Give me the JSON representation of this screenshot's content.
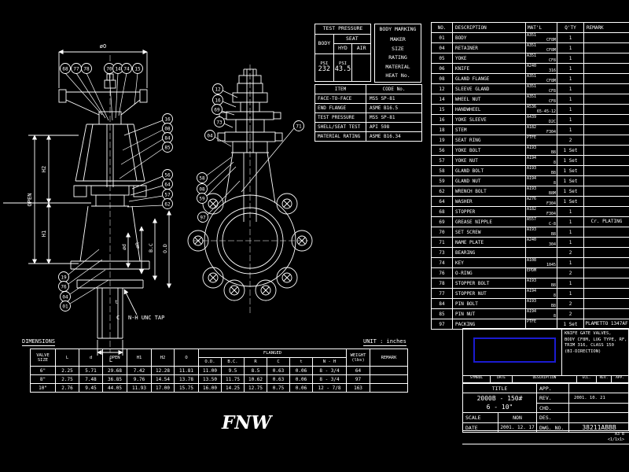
{
  "colors": {
    "background": "#000000",
    "lines": "#ffffff",
    "logo_box_border": "#1b1bd0"
  },
  "test_pressure": {
    "title": "TEST PRESSURE",
    "body_label": "BODY",
    "seat_label": "SEAT",
    "hyd_label": "HYD",
    "air_label": "AIR",
    "body_unit": "PSI",
    "body_value": "232",
    "seat_unit": "PSI",
    "seat_value": "43.5"
  },
  "body_marking": {
    "title": "BODY MARKING",
    "lines": [
      "MAKER",
      "SIZE",
      "RATING",
      "MATERIAL",
      "HEAT No."
    ]
  },
  "codes": {
    "item_header": "ITEM",
    "code_header": "CODE No.",
    "rows": [
      {
        "item": "FACE-TO-FACE",
        "code": "MSS SP-81"
      },
      {
        "item": "END FLANGE",
        "code": "ASME B16.5"
      },
      {
        "item": "TEST PRESSURE",
        "code": "MSS SP-81"
      },
      {
        "item": "SHELL/SEAT TEST",
        "code": "API 598"
      },
      {
        "item": "MATERIAL RATING",
        "code": "ASME B16.34"
      }
    ]
  },
  "parts": {
    "headers": {
      "no": "NO.",
      "desc": "DESCRIPTION",
      "matl": "MAT'L",
      "qty": "Q'TY",
      "remark": "REMARK"
    },
    "rows": [
      {
        "no": "01",
        "desc": "BODY",
        "spec": "A351",
        "grade": "CF8M",
        "qty": "1",
        "remark": ""
      },
      {
        "no": "04",
        "desc": "RETAINER",
        "spec": "A351",
        "grade": "CF8M",
        "qty": "1",
        "remark": ""
      },
      {
        "no": "05",
        "desc": "YOKE",
        "spec": "A351",
        "grade": "CF8",
        "qty": "1",
        "remark": ""
      },
      {
        "no": "06",
        "desc": "KNIFE",
        "spec": "A240",
        "grade": "316",
        "qty": "1",
        "remark": ""
      },
      {
        "no": "08",
        "desc": "GLAND FLANGE",
        "spec": "A351",
        "grade": "CF8M",
        "qty": "1",
        "remark": ""
      },
      {
        "no": "12",
        "desc": "SLEEVE GLAND",
        "spec": "A351",
        "grade": "CF8",
        "qty": "1",
        "remark": ""
      },
      {
        "no": "14",
        "desc": "WHEEL NUT",
        "spec": "A351",
        "grade": "CF8",
        "qty": "1",
        "remark": ""
      },
      {
        "no": "15",
        "desc": "HANDWHEEL",
        "spec": "A536",
        "grade": "65-45-12",
        "qty": "1",
        "remark": ""
      },
      {
        "no": "16",
        "desc": "YOKE SLEEVE",
        "spec": "A439",
        "grade": "D2C",
        "qty": "1",
        "remark": ""
      },
      {
        "no": "18",
        "desc": "STEM",
        "spec": "A182",
        "grade": "F304",
        "qty": "1",
        "remark": ""
      },
      {
        "no": "19",
        "desc": "SEAT RING",
        "spec": "PTFE",
        "grade": "",
        "qty": "2",
        "remark": ""
      },
      {
        "no": "56",
        "desc": "YOKE BOLT",
        "spec": "A193",
        "grade": "B8",
        "qty": "1 Set",
        "remark": ""
      },
      {
        "no": "57",
        "desc": "YOKE NUT",
        "spec": "A194",
        "grade": "8",
        "qty": "1 Set",
        "remark": ""
      },
      {
        "no": "58",
        "desc": "GLAND BOLT",
        "spec": "A193",
        "grade": "B8",
        "qty": "1 Set",
        "remark": ""
      },
      {
        "no": "59",
        "desc": "GLAND NUT",
        "spec": "A194",
        "grade": "8",
        "qty": "1 Set",
        "remark": ""
      },
      {
        "no": "62",
        "desc": "WRENCH BOLT",
        "spec": "A193",
        "grade": "B8M",
        "qty": "1 Set",
        "remark": ""
      },
      {
        "no": "64",
        "desc": "WASHER",
        "spec": "A276",
        "grade": "F304",
        "qty": "1 Set",
        "remark": ""
      },
      {
        "no": "68",
        "desc": "STOPPER",
        "spec": "A182",
        "grade": "F304",
        "qty": "1",
        "remark": ""
      },
      {
        "no": "69",
        "desc": "GREASE NIPPLE",
        "spec": "A557",
        "grade": "C-8",
        "qty": "1",
        "remark": "Cr. PLATING"
      },
      {
        "no": "70",
        "desc": "SET SCREW",
        "spec": "A193",
        "grade": "B8",
        "qty": "1",
        "remark": ""
      },
      {
        "no": "71",
        "desc": "NAME PLATE",
        "spec": "A240",
        "grade": "304",
        "qty": "1",
        "remark": ""
      },
      {
        "no": "73",
        "desc": "BEARING",
        "spec": "",
        "grade": "",
        "qty": "2",
        "remark": ""
      },
      {
        "no": "74",
        "desc": "KEY",
        "spec": "A108",
        "grade": "1045",
        "qty": "1",
        "remark": ""
      },
      {
        "no": "76",
        "desc": "O-RING",
        "spec": "EPDM",
        "grade": "",
        "qty": "2",
        "remark": ""
      },
      {
        "no": "78",
        "desc": "STOPPER BOLT",
        "spec": "A193",
        "grade": "B8",
        "qty": "1",
        "remark": ""
      },
      {
        "no": "77",
        "desc": "STOPPER NUT",
        "spec": "A194",
        "grade": "8",
        "qty": "1",
        "remark": ""
      },
      {
        "no": "84",
        "desc": "PIN BOLT",
        "spec": "A193",
        "grade": "B8",
        "qty": "2",
        "remark": ""
      },
      {
        "no": "85",
        "desc": "PIN NUT",
        "spec": "A194",
        "grade": "8",
        "qty": "2",
        "remark": ""
      },
      {
        "no": "97",
        "desc": "PACKING",
        "spec": "PTFE",
        "grade": "",
        "qty": "1 Set",
        "remark": "PLAMETTO 1347AF"
      }
    ]
  },
  "dimensions": {
    "label": "DIMENSIONS",
    "unit_note": "UNIT : inches",
    "headers": {
      "size1": "VALVE",
      "size2": "SIZE",
      "l": "L",
      "d": "d",
      "open": "OPEN",
      "h1": "H1",
      "h2": "H2",
      "o": "O",
      "flanged": "FLANGED",
      "od": "O.D.",
      "bc": "B.C.",
      "r": "R",
      "c": "C",
      "t": "t",
      "nh": "N - H",
      "weight1": "WEIGHT",
      "weight2": "(lbs)",
      "remark": "REMARK"
    },
    "rows": [
      {
        "size": "6\"",
        "l": "2.25",
        "d": "5.71",
        "open": "29.68",
        "h1": "7.42",
        "h2": "12.28",
        "o": "11.81",
        "od": "11.00",
        "bc": "9.5",
        "r": "8.5",
        "c": "0.63",
        "t": "0.06",
        "nh": "8 - 3/4",
        "weight": "64",
        "remark": ""
      },
      {
        "size": "8\"",
        "l": "2.75",
        "d": "7.48",
        "open": "36.85",
        "h1": "9.76",
        "h2": "14.54",
        "o": "13.78",
        "od": "13.50",
        "bc": "11.75",
        "r": "10.62",
        "c": "0.63",
        "t": "0.06",
        "nh": "8 - 3/4",
        "weight": "97",
        "remark": ""
      },
      {
        "size": "10\"",
        "l": "2.76",
        "d": "9.45",
        "open": "44.05",
        "h1": "11.93",
        "h2": "17.00",
        "o": "15.75",
        "od": "16.00",
        "bc": "14.25",
        "r": "12.75",
        "c": "0.75",
        "t": "0.06",
        "nh": "12 - 7/8",
        "weight": "163",
        "remark": ""
      }
    ]
  },
  "title_block": {
    "description_lines": [
      "KNIFE GATE VALVES,",
      "BODY CF8M, LUG TYPE, RF,",
      "TRIM 316, CLASS 150",
      "(BI-DIRECTION)"
    ],
    "rev_header": {
      "symbol": "SYMBOL",
      "date": "DATE",
      "description": "DESCRIPTION",
      "ecl": "ECL.",
      "rev": "REV.",
      "app": "APP."
    },
    "title_label": "TITLE",
    "title_line1": "2000B - 150#",
    "title_line2": "6 - 10\"",
    "app_label": "APP.",
    "rev_label": "REV.",
    "rev_date": "2001. 10. 21",
    "chd_label": "CHD.",
    "des_label": "DES.",
    "scale_label": "SCALE",
    "scale_value": "NON",
    "date_label": "DATE",
    "date_value": "2001. 12. 17",
    "dwg_label": "DWG. NO.",
    "dwg_no": "38211ABBB",
    "sheet_size_note": "A3 B",
    "sheet_scale_note": "<1/1x1>"
  },
  "logo_text": "FNW",
  "front_view": {
    "labels": {
      "dia_o": "øO",
      "open": "OPEN",
      "h1": "H1",
      "h2": "H2",
      "dia_d": "ød",
      "dia_r": "øR",
      "bc": "B.C",
      "od": "O.D",
      "t": "t",
      "c": "C",
      "l": "L",
      "tap_note": "N-H UNC TAP"
    },
    "callouts": [
      "68",
      "77",
      "78",
      "70",
      "14",
      "74",
      "15",
      "16",
      "08",
      "84",
      "85",
      "56",
      "64",
      "57",
      "62",
      "19",
      "76",
      "04",
      "01"
    ]
  },
  "section_view": {
    "callouts": [
      "12",
      "16",
      "69",
      "73",
      "04",
      "71",
      "58",
      "08",
      "59",
      "97"
    ]
  }
}
